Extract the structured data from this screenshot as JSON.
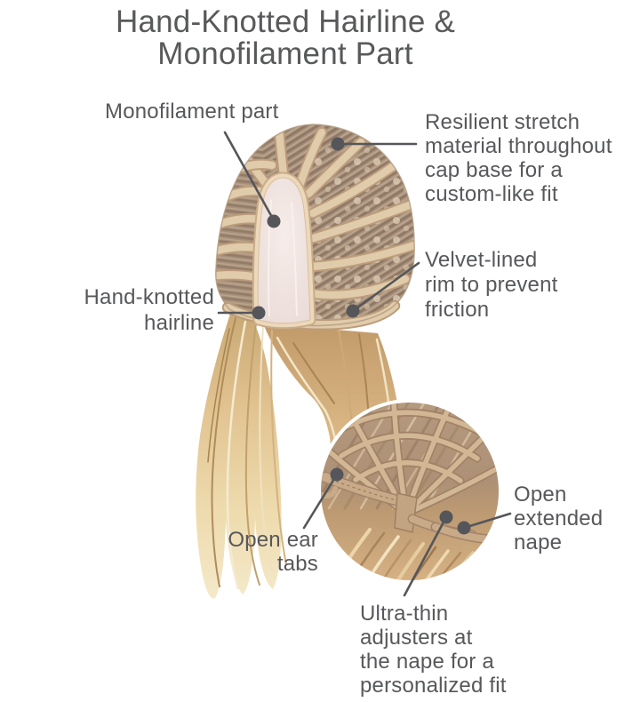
{
  "title": {
    "lines": [
      "Hand-Knotted Hairline &",
      "Monofilament Part"
    ]
  },
  "callouts": {
    "monofilament_part": {
      "lines": [
        "Monofilament part"
      ]
    },
    "resilient_stretch": {
      "lines": [
        "Resilient stretch",
        "material throughout",
        "cap base for a",
        "custom-like fit"
      ]
    },
    "hand_knotted_hairline": {
      "lines": [
        "Hand-knotted",
        "hairline"
      ]
    },
    "velvet_lined_rim": {
      "lines": [
        "Velvet-lined",
        "rim to prevent",
        "friction"
      ]
    },
    "open_ear_tabs": {
      "lines": [
        "Open ear",
        "tabs"
      ]
    },
    "open_extended_nape": {
      "lines": [
        "Open",
        "extended",
        "nape"
      ]
    },
    "ultra_thin_adjusters": {
      "lines": [
        "Ultra-thin",
        "adjusters at",
        "the nape for a",
        "personalized fit"
      ]
    }
  },
  "palette": {
    "label_text": "#57585b",
    "title_text": "#58595a",
    "callout_line": "#54565a",
    "callout_dot": "#54565a",
    "cap_strip": "#e0cbab",
    "cap_strip_edge": "#bb9c7b",
    "cap_mesh": "#a6907c",
    "mono_part": "#f2e7e3",
    "mono_border": "#ecd8ba",
    "hair_light": "#f4e9c9",
    "hair_mid": "#ddc092",
    "hair_dark": "#b08c5c",
    "background": "#ffffff"
  }
}
